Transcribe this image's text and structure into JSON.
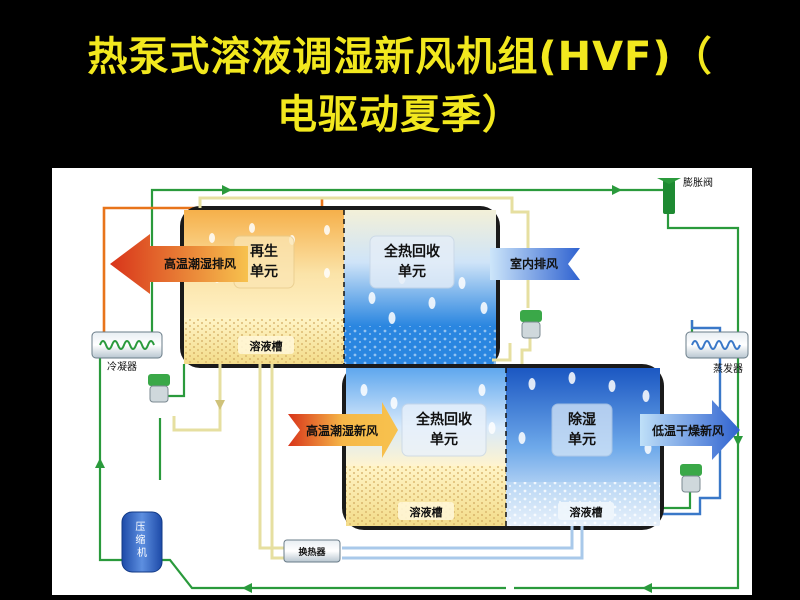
{
  "title": {
    "line1": "热泵式溶液调湿新风机组(HVF)（",
    "line2": "电驱动夏季）"
  },
  "diagram": {
    "regen_unit": [
      "再生",
      "单元"
    ],
    "heat_recovery_unit_top": [
      "全热回收",
      "单元"
    ],
    "heat_recovery_unit_bottom": [
      "全热回收",
      "单元"
    ],
    "dehumid_unit": [
      "除湿",
      "单元"
    ],
    "solution_tank_top": "溶液槽",
    "solution_tank_bottom_left": "溶液槽",
    "solution_tank_bottom_right": "溶液槽",
    "arrow_exhaust_hot": "高温潮湿排风",
    "arrow_indoor_exhaust": "室内排风",
    "arrow_fresh_air_in": "高温潮湿新风",
    "arrow_fresh_air_out": "低温干燥新风",
    "condenser": "冷凝器",
    "evaporator": "蒸发器",
    "expansion_valve": "膨胀阀",
    "compressor": "压缩机",
    "heat_exchanger": "换热器"
  },
  "colors": {
    "title": "#f2e81e",
    "refrigerant_line": "#2a9a3c",
    "hot_line": "#e8741a",
    "solution_line": "#e6dfa0",
    "cold_line": "#3a78c8",
    "arrow_red": "#d83a1e",
    "arrow_blue": "#3a6fd0"
  }
}
